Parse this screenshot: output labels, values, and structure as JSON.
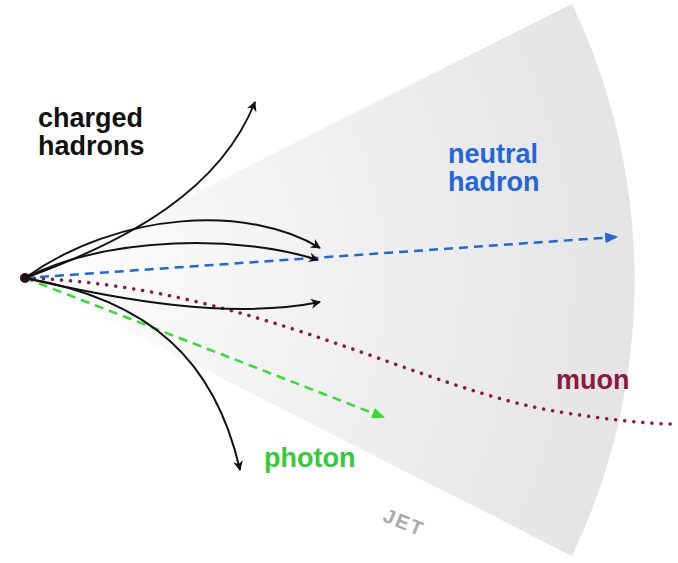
{
  "diagram": {
    "labels": [
      "charged hadrons",
      "neutral hadron",
      "muon",
      "photon",
      "JET"
    ]
  }
}
